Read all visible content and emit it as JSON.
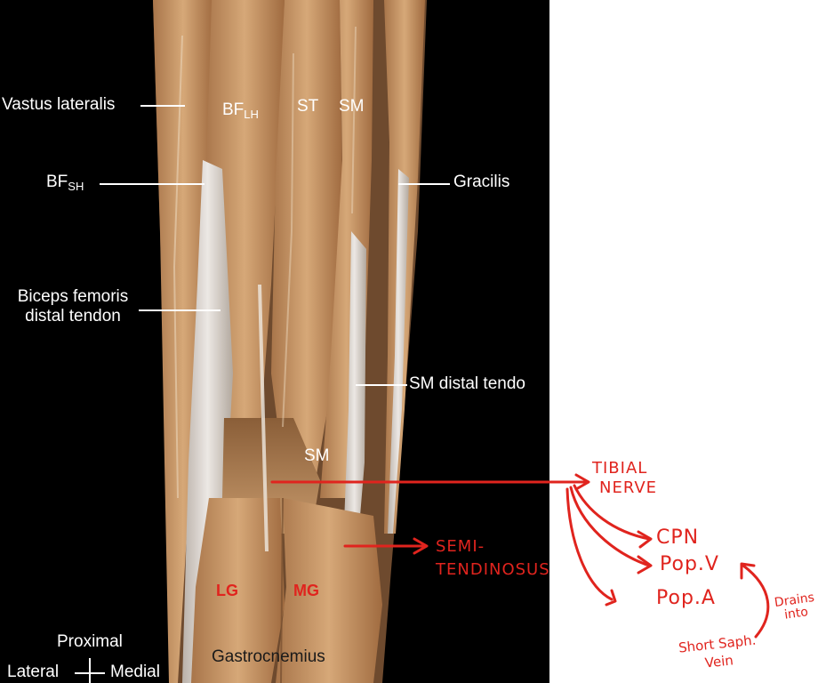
{
  "colors": {
    "background": "#000000",
    "muscle": "#c99a6a",
    "tendon": "#dcd6d0",
    "annotation_red": "#e0241e",
    "label_white": "#ffffff"
  },
  "labels": {
    "vastus_lateralis": "Vastus lateralis",
    "bf_sh_main": "BF",
    "bf_sh_sub": "SH",
    "bf_lh_main": "BF",
    "bf_lh_sub": "LH",
    "st": "ST",
    "sm_top": "SM",
    "gracilis": "Gracilis",
    "biceps_line1": "Biceps femoris",
    "biceps_line2": "distal tendon",
    "sm_distal_tendon": "SM distal tendo",
    "sm_lower": "SM",
    "lg": "LG",
    "mg": "MG",
    "gastrocnemius": "Gastrocnemius",
    "proximal": "Proximal",
    "lateral": "Lateral",
    "medial": "Medial"
  },
  "annotations": {
    "tibial_line1": "TIBIAL",
    "tibial_line2": "NERVE",
    "semi_line1": "SEMI-",
    "semi_line2": "TENDINOSUS",
    "cpn": "CPN",
    "pop_v": "Pop.V",
    "pop_a": "Pop.A",
    "drains_line1": "Drains",
    "drains_line2": "into",
    "short_saph_line1": "Short Saph.",
    "short_saph_line2": "Vein"
  }
}
